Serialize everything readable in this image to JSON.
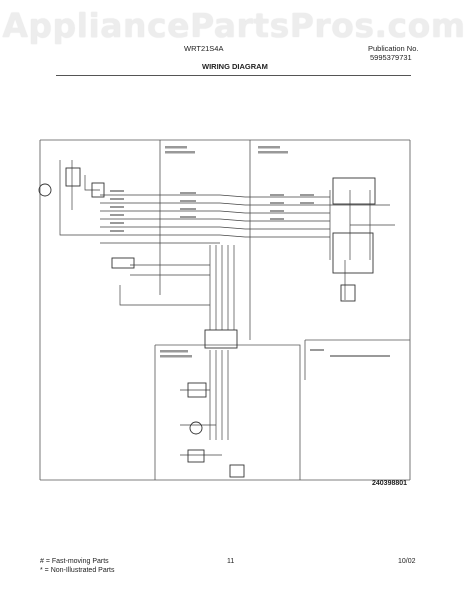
{
  "watermark": "AppliancePartsPros.com",
  "header": {
    "model": "WRT21S4A",
    "publication_label": "Publication No.",
    "publication_number": "5995379731",
    "title": "WIRING DIAGRAM"
  },
  "diagram": {
    "part_number": "240398801"
  },
  "footer": {
    "fast_moving": "# = Fast-moving Parts",
    "non_illustrated": "* = Non-Illustrated Parts",
    "page": "11",
    "date": "10/02"
  },
  "colors": {
    "line": "#444444",
    "frame": "#555555",
    "text": "#222222"
  }
}
